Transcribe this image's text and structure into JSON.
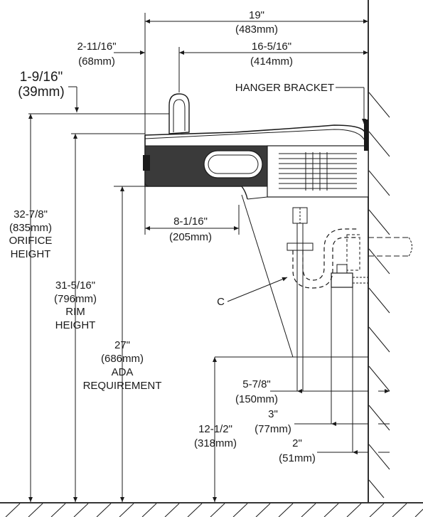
{
  "dimensions": {
    "overall_width": {
      "imperial": "19\"",
      "metric": "(483mm)"
    },
    "wall_to_orifice": {
      "imperial": "16-5/16\"",
      "metric": "(414mm)"
    },
    "front_to_orifice": {
      "imperial": "2-11/16\"",
      "metric": "(68mm)"
    },
    "orifice_above_rim": {
      "imperial": "1-9/16\"",
      "metric": "(39mm)"
    },
    "front_to_skirt": {
      "imperial": "8-1/16\"",
      "metric": "(205mm)"
    },
    "orifice_height": {
      "imperial": "32-7/8\"",
      "metric": "(835mm)",
      "line1": "ORIFICE",
      "line2": "HEIGHT"
    },
    "rim_height": {
      "imperial": "31-5/16\"",
      "metric": "(796mm)",
      "line1": "RIM",
      "line2": "HEIGHT"
    },
    "ada_requirement": {
      "imperial": "27\"",
      "metric": "(686mm)",
      "line1": "ADA",
      "line2": "REQUIREMENT"
    },
    "supply_height": {
      "imperial": "12-1/2\"",
      "metric": "(318mm)"
    },
    "drain_offset": {
      "imperial": "5-7/8\"",
      "metric": "(150mm)"
    },
    "stop_offset": {
      "imperial": "3\"",
      "metric": "(77mm)"
    },
    "supply_offset": {
      "imperial": "2\"",
      "metric": "(51mm)"
    }
  },
  "callouts": {
    "hanger_bracket": "HANGER BRACKET",
    "c_label": "C"
  },
  "colors": {
    "line": "#1a1a1a",
    "background": "#ffffff"
  }
}
